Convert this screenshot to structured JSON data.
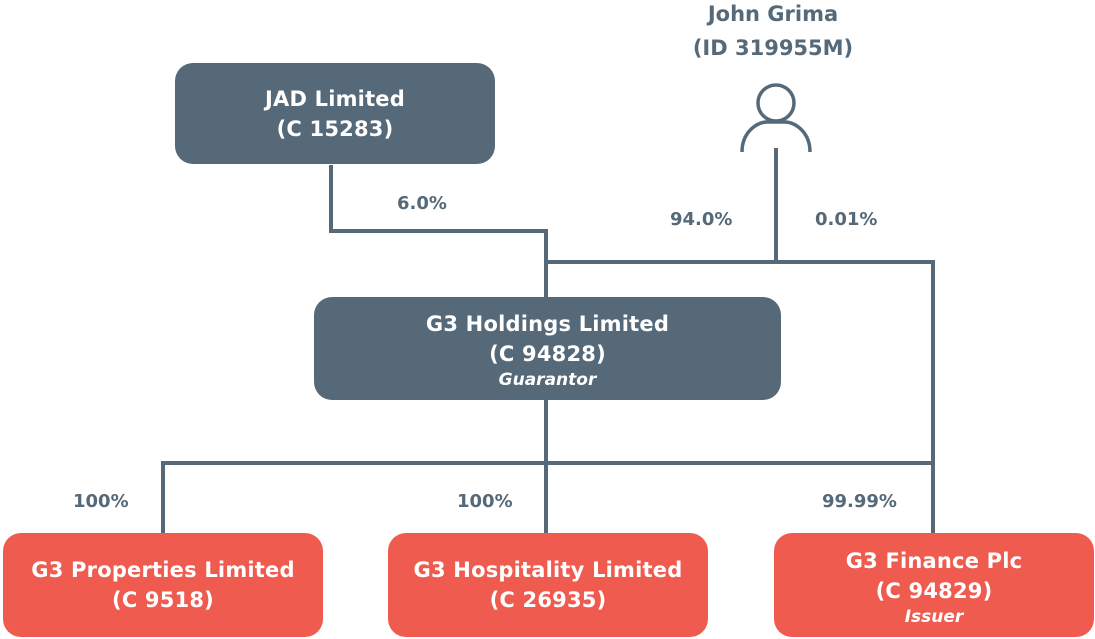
{
  "colors": {
    "parent_fill": "#556978",
    "subsidiary_fill": "#ef5b4f",
    "line": "#556978",
    "text_light": "#ffffff",
    "text_dark": "#556978"
  },
  "person": {
    "name": "John Grima",
    "id": "(ID 319955M)",
    "icon": "person-icon"
  },
  "jad": {
    "name": "JAD Limited",
    "number": "(C 15283)"
  },
  "holdings": {
    "name": "G3 Holdings Limited",
    "number": "(C 94828)",
    "role": "Guarantor"
  },
  "properties": {
    "name": "G3 Properties Limited",
    "number": "(C 9518)"
  },
  "hospitality": {
    "name": "G3 Hospitality Limited",
    "number": "(C 26935)"
  },
  "finance": {
    "name": "G3 Finance Plc",
    "number": "(C 94829)",
    "role": "Issuer"
  },
  "ownership": {
    "jad_to_holdings": "6.0%",
    "person_to_holdings": "94.0%",
    "person_to_finance": "0.01%",
    "holdings_to_properties": "100%",
    "holdings_to_hospitality": "100%",
    "holdings_to_finance": "99.99%"
  }
}
